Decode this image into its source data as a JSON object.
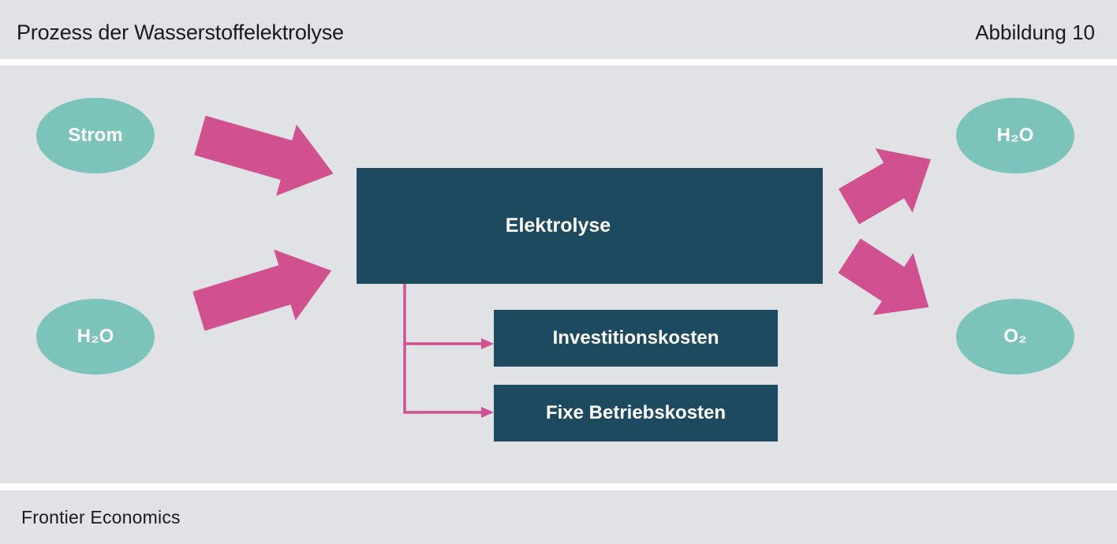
{
  "header": {
    "title": "Prozess der Wasserstoffelektrolyse",
    "figure_label": "Abbildung 10"
  },
  "diagram": {
    "inputs": [
      {
        "label": "Strom"
      },
      {
        "label": "H₂O"
      }
    ],
    "process": {
      "label": "Elektrolyse"
    },
    "costs": [
      {
        "label": "Investitionskosten"
      },
      {
        "label": "Fixe Betriebskosten"
      }
    ],
    "outputs": [
      {
        "label": "H₂O"
      },
      {
        "label": "O₂"
      }
    ]
  },
  "footer": {
    "source": "Frontier Economics"
  },
  "colors": {
    "background": "#E1E2E6",
    "node_teal": "#7CC3BC",
    "box_dark": "#1E4A5F",
    "arrow_pink": "#D1508F",
    "text_dark": "#1A1A1A"
  }
}
